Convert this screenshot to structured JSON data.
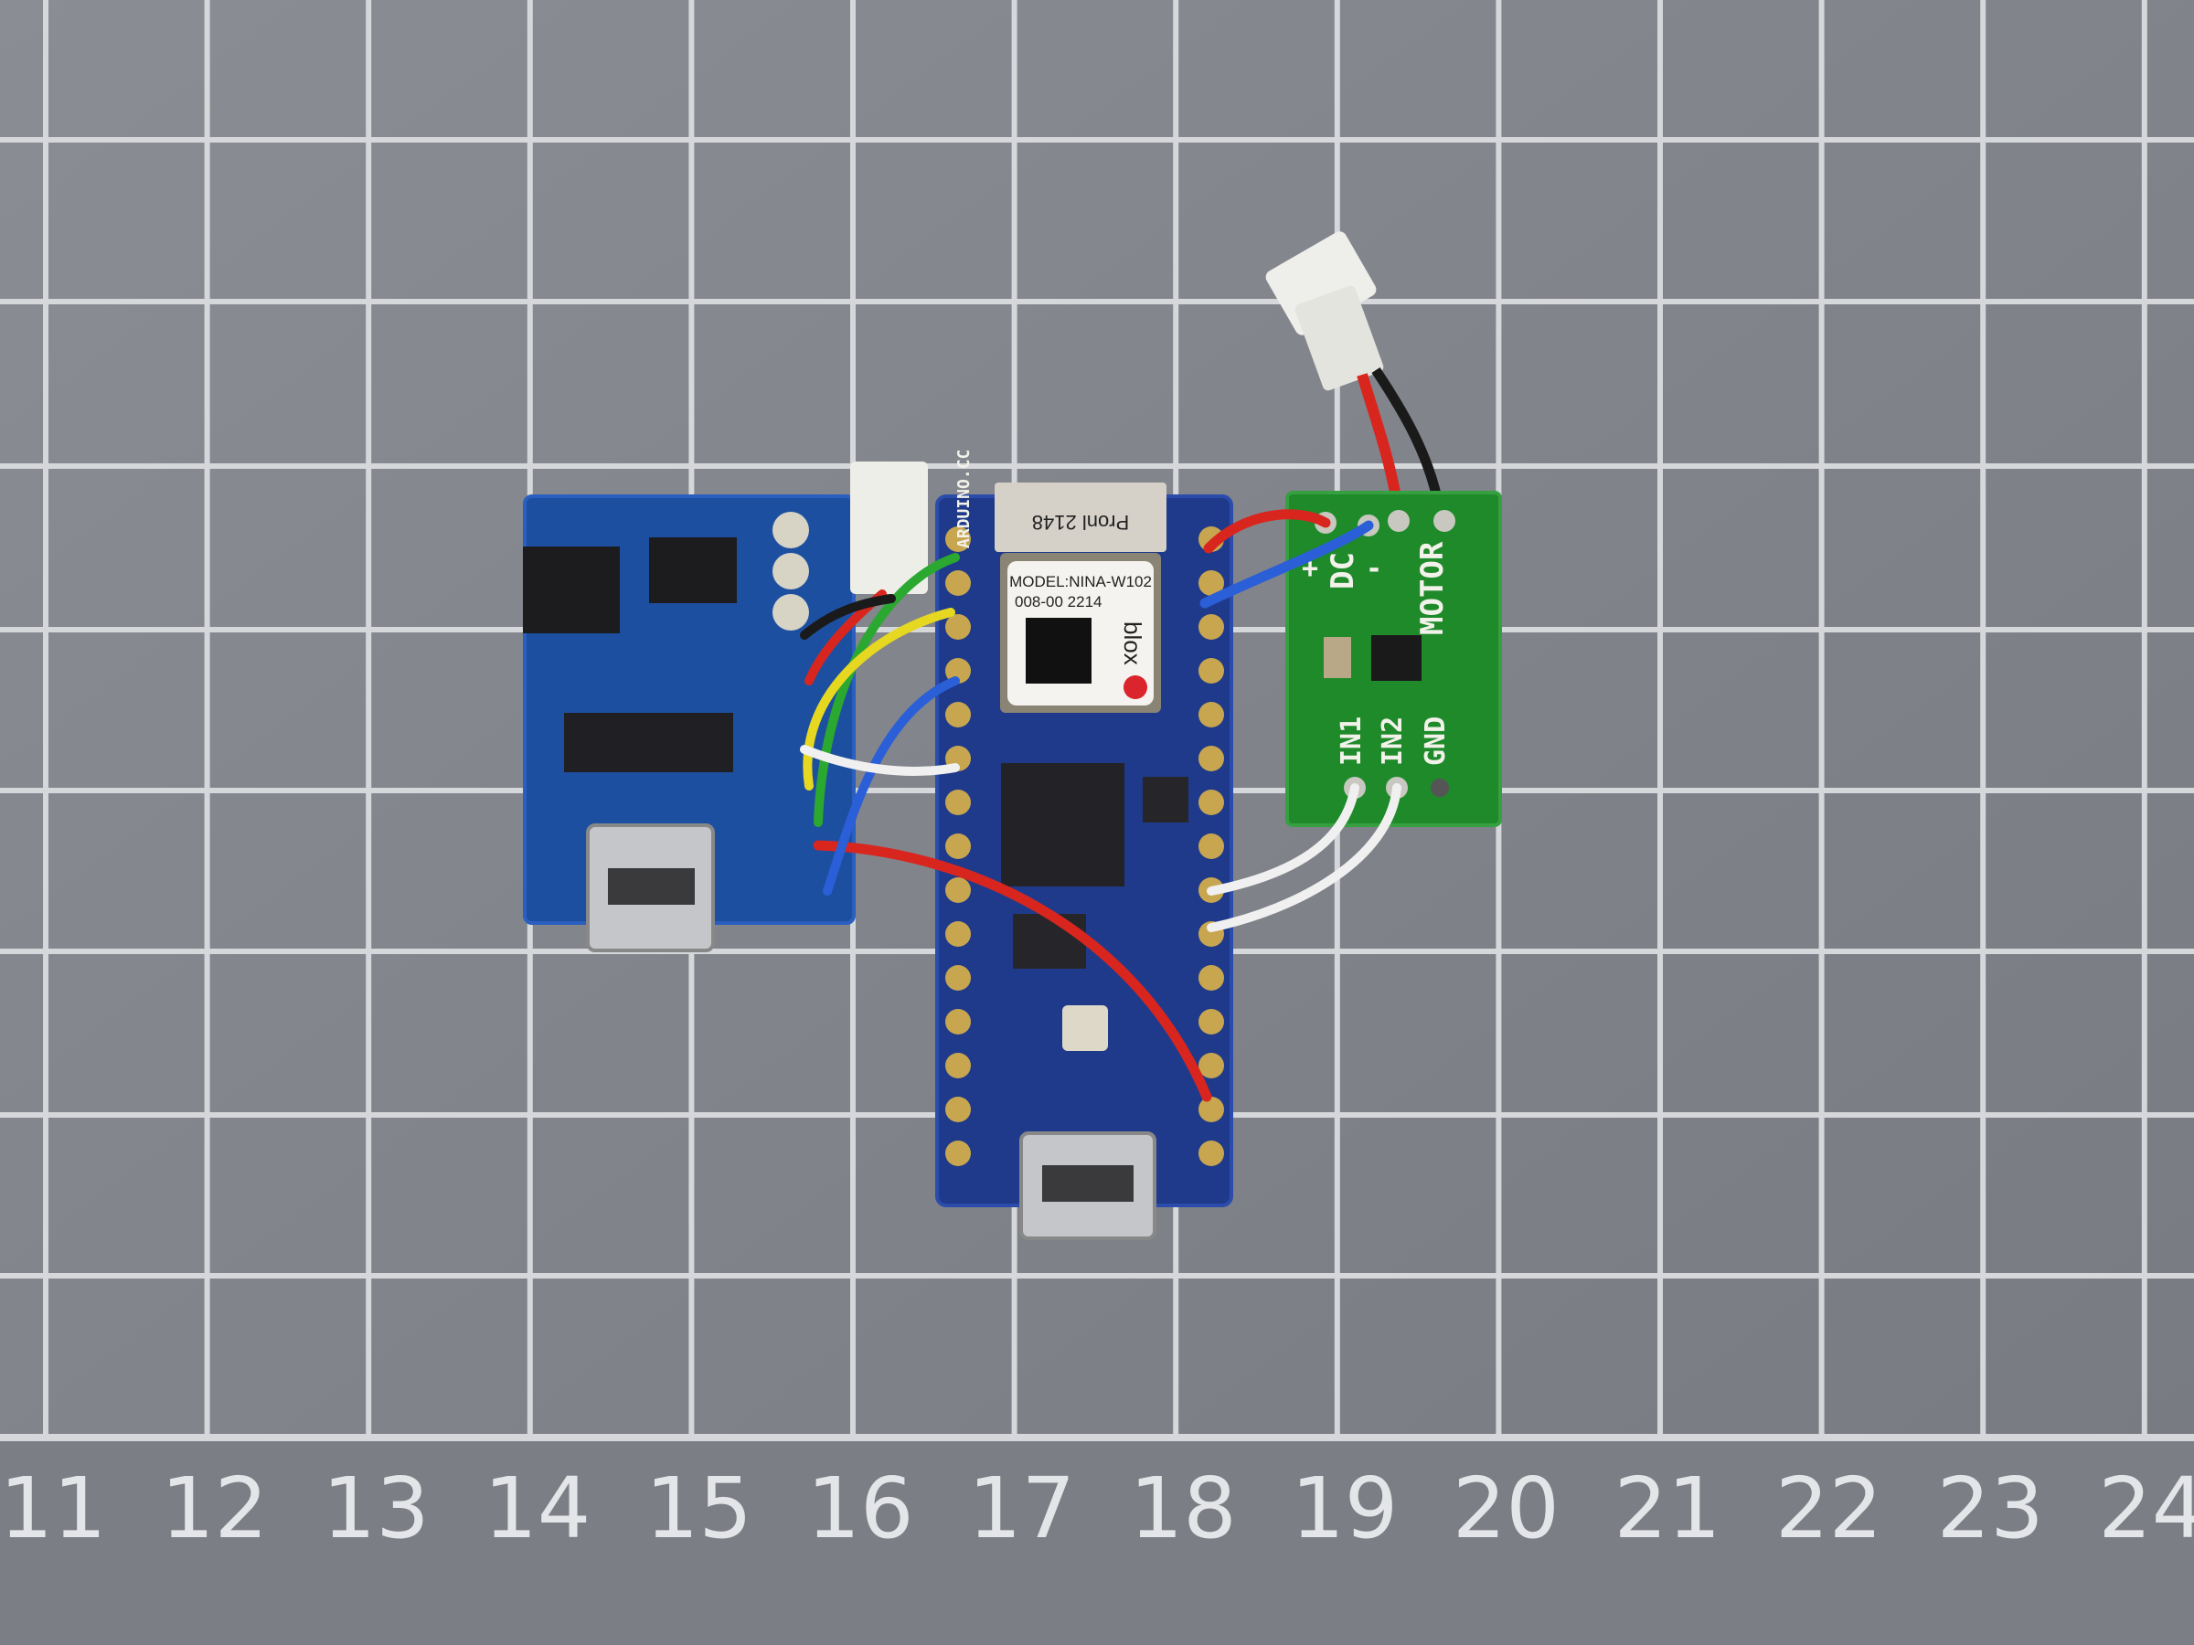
{
  "ruler": {
    "numbers": [
      "11",
      "12",
      "13",
      "14",
      "15",
      "16",
      "17",
      "18",
      "19",
      "20",
      "21",
      "22",
      "23",
      "24"
    ]
  },
  "arduino_board": {
    "silkscreen": "ARDUINO.CC",
    "rf_shield_text": "Pronl 2148",
    "module_label": {
      "model": "MODEL:NINA-W102",
      "code": "008-00 2214",
      "brand": "blox"
    }
  },
  "motor_driver_board": {
    "dc_label": "DC",
    "plus_label": "+",
    "minus_label": "-",
    "motor_label": "MOTOR",
    "in1_label": "IN1",
    "in2_label": "IN2",
    "gnd_label": "GND"
  },
  "colors": {
    "mat": "#7f8289",
    "grid": "#d9dadd",
    "blue_pcb": "#1d4fa0",
    "arduino_pcb": "#1f3a8a",
    "green_pcb": "#1f8a2a",
    "ublox_red": "#d9252b"
  }
}
